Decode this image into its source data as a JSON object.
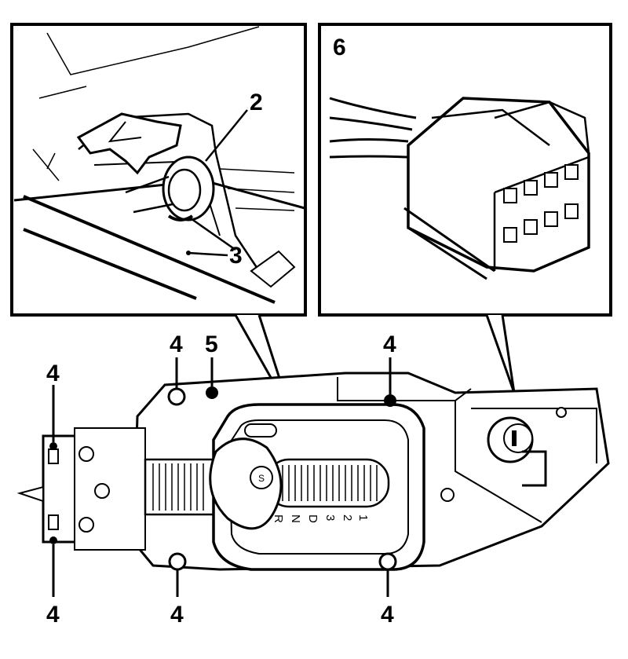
{
  "callouts": {
    "n2": "2",
    "n3": "3",
    "n6": "6",
    "n4_top_a": "4",
    "n5": "5",
    "n4_top_b": "4",
    "n4_left_top": "4",
    "n4_left_bottom": "4",
    "n4_bottom_mid": "4",
    "n4_bottom_right": "4"
  },
  "gear_positions": [
    "R",
    "N",
    "D",
    "3",
    "2",
    "1"
  ],
  "knob_button_label": "S"
}
